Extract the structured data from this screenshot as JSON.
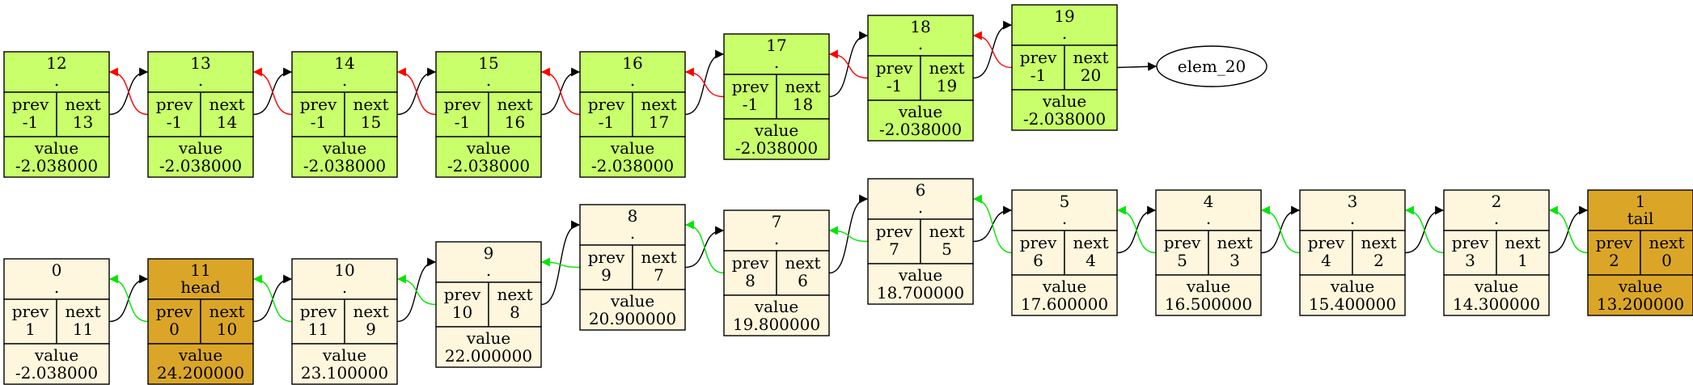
{
  "colors": {
    "free_node": "#c8ff6a",
    "used_node": "#fff7dd",
    "special_node": "#dba627",
    "edge_next": "#000000",
    "edge_prev_free": "#ff0000",
    "edge_prev_used": "#00e600"
  },
  "labels": {
    "prev": "prev",
    "next": "next",
    "value": "value"
  },
  "nodes": [
    {
      "id": "12",
      "title": "12",
      "sub": ".",
      "prev": "-1",
      "next": "13",
      "value": "-2.038000",
      "style": "free"
    },
    {
      "id": "13",
      "title": "13",
      "sub": ".",
      "prev": "-1",
      "next": "14",
      "value": "-2.038000",
      "style": "free"
    },
    {
      "id": "14",
      "title": "14",
      "sub": ".",
      "prev": "-1",
      "next": "15",
      "value": "-2.038000",
      "style": "free"
    },
    {
      "id": "15",
      "title": "15",
      "sub": ".",
      "prev": "-1",
      "next": "16",
      "value": "-2.038000",
      "style": "free"
    },
    {
      "id": "16",
      "title": "16",
      "sub": ".",
      "prev": "-1",
      "next": "17",
      "value": "-2.038000",
      "style": "free"
    },
    {
      "id": "17",
      "title": "17",
      "sub": ".",
      "prev": "-1",
      "next": "18",
      "value": "-2.038000",
      "style": "free"
    },
    {
      "id": "18",
      "title": "18",
      "sub": ".",
      "prev": "-1",
      "next": "19",
      "value": "-2.038000",
      "style": "free"
    },
    {
      "id": "19",
      "title": "19",
      "sub": ".",
      "prev": "-1",
      "next": "20",
      "value": "-2.038000",
      "style": "free"
    },
    {
      "id": "0",
      "title": "0",
      "sub": ".",
      "prev": "1",
      "next": "11",
      "value": "-2.038000",
      "style": "used"
    },
    {
      "id": "11",
      "title": "11",
      "sub": "head",
      "prev": "0",
      "next": "10",
      "value": "24.200000",
      "style": "special"
    },
    {
      "id": "10",
      "title": "10",
      "sub": ".",
      "prev": "11",
      "next": "9",
      "value": "23.100000",
      "style": "used"
    },
    {
      "id": "9",
      "title": "9",
      "sub": ".",
      "prev": "10",
      "next": "8",
      "value": "22.000000",
      "style": "used"
    },
    {
      "id": "8",
      "title": "8",
      "sub": ".",
      "prev": "9",
      "next": "7",
      "value": "20.900000",
      "style": "used"
    },
    {
      "id": "7",
      "title": "7",
      "sub": ".",
      "prev": "8",
      "next": "6",
      "value": "19.800000",
      "style": "used"
    },
    {
      "id": "6",
      "title": "6",
      "sub": ".",
      "prev": "7",
      "next": "5",
      "value": "18.700000",
      "style": "used"
    },
    {
      "id": "5",
      "title": "5",
      "sub": ".",
      "prev": "6",
      "next": "4",
      "value": "17.600000",
      "style": "used"
    },
    {
      "id": "4",
      "title": "4",
      "sub": ".",
      "prev": "5",
      "next": "3",
      "value": "16.500000",
      "style": "used"
    },
    {
      "id": "3",
      "title": "3",
      "sub": ".",
      "prev": "4",
      "next": "2",
      "value": "15.400000",
      "style": "used"
    },
    {
      "id": "2",
      "title": "2",
      "sub": ".",
      "prev": "3",
      "next": "1",
      "value": "14.300000",
      "style": "used"
    },
    {
      "id": "1",
      "title": "1",
      "sub": "tail",
      "prev": "2",
      "next": "0",
      "value": "13.200000",
      "style": "special"
    }
  ],
  "terminal": {
    "id": "elem_20",
    "label": "elem_20"
  },
  "edges": [
    {
      "from": "12",
      "to": "13",
      "kind": "next"
    },
    {
      "from": "13",
      "to": "12",
      "kind": "prev_free"
    },
    {
      "from": "13",
      "to": "14",
      "kind": "next"
    },
    {
      "from": "14",
      "to": "13",
      "kind": "prev_free"
    },
    {
      "from": "14",
      "to": "15",
      "kind": "next"
    },
    {
      "from": "15",
      "to": "14",
      "kind": "prev_free"
    },
    {
      "from": "15",
      "to": "16",
      "kind": "next"
    },
    {
      "from": "16",
      "to": "15",
      "kind": "prev_free"
    },
    {
      "from": "16",
      "to": "17",
      "kind": "next"
    },
    {
      "from": "17",
      "to": "16",
      "kind": "prev_free"
    },
    {
      "from": "17",
      "to": "18",
      "kind": "next"
    },
    {
      "from": "18",
      "to": "17",
      "kind": "prev_free"
    },
    {
      "from": "18",
      "to": "19",
      "kind": "next"
    },
    {
      "from": "19",
      "to": "18",
      "kind": "prev_free"
    },
    {
      "from": "19",
      "to": "elem_20",
      "kind": "next"
    },
    {
      "from": "0",
      "to": "11",
      "kind": "next"
    },
    {
      "from": "11",
      "to": "0",
      "kind": "prev_used"
    },
    {
      "from": "11",
      "to": "10",
      "kind": "next"
    },
    {
      "from": "10",
      "to": "11",
      "kind": "prev_used"
    },
    {
      "from": "10",
      "to": "9",
      "kind": "next"
    },
    {
      "from": "9",
      "to": "10",
      "kind": "prev_used"
    },
    {
      "from": "9",
      "to": "8",
      "kind": "next"
    },
    {
      "from": "8",
      "to": "9",
      "kind": "prev_used"
    },
    {
      "from": "8",
      "to": "7",
      "kind": "next"
    },
    {
      "from": "7",
      "to": "8",
      "kind": "prev_used"
    },
    {
      "from": "7",
      "to": "6",
      "kind": "next"
    },
    {
      "from": "6",
      "to": "7",
      "kind": "prev_used"
    },
    {
      "from": "6",
      "to": "5",
      "kind": "next"
    },
    {
      "from": "5",
      "to": "6",
      "kind": "prev_used"
    },
    {
      "from": "5",
      "to": "4",
      "kind": "next"
    },
    {
      "from": "4",
      "to": "5",
      "kind": "prev_used"
    },
    {
      "from": "4",
      "to": "3",
      "kind": "next"
    },
    {
      "from": "3",
      "to": "4",
      "kind": "prev_used"
    },
    {
      "from": "3",
      "to": "2",
      "kind": "next"
    },
    {
      "from": "2",
      "to": "3",
      "kind": "prev_used"
    },
    {
      "from": "2",
      "to": "1",
      "kind": "next"
    },
    {
      "from": "1",
      "to": "2",
      "kind": "prev_used"
    }
  ]
}
